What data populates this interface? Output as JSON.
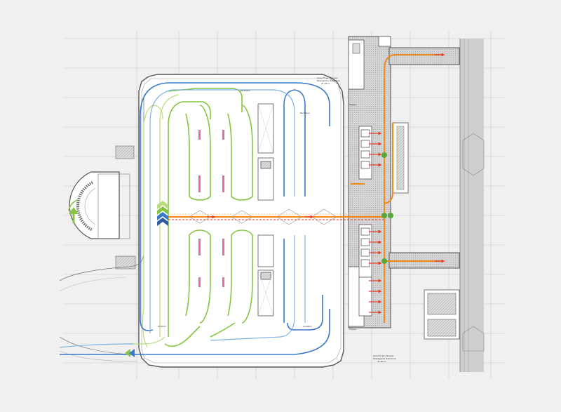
{
  "labels": {
    "level_top": "Quad Trust / Niveau",
    "level_top_sub": "Bewegliche Trennlinie",
    "level_top_elev": "31,06 m",
    "level_bottom": "Quad Trust / Niveau",
    "level_bottom_sub": "Bewegliche Trennlinie",
    "level_bottom_elev": "31,06 m",
    "parking_1": "Parkhaus",
    "parking_2": "Parkhaus",
    "info_left": "Einfahrt",
    "info_right": "Ausfahrt",
    "stair_1": "Treppe",
    "stair_2": "Treppe"
  },
  "colors": {
    "background": "#f0f0f0",
    "paper": "#ffffff",
    "grid": "#c6c6c6",
    "wall": "#555555",
    "green_route": "#86c541",
    "light_green_route": "#b8dd7a",
    "blue_route": "#3a78c9",
    "light_blue_route": "#7fb1e6",
    "orange_route": "#f08a1c",
    "red_route": "#e43a24",
    "node": "#57a839",
    "platform": "#c9c9c9",
    "pink_marker": "#e56aa8"
  },
  "icons": {
    "chevron_stack": "chevron-stack-icon",
    "entry_arrow": "arrow-left-icon",
    "node": "circle-node-icon",
    "orange_arrow": "arrow-right-icon"
  }
}
